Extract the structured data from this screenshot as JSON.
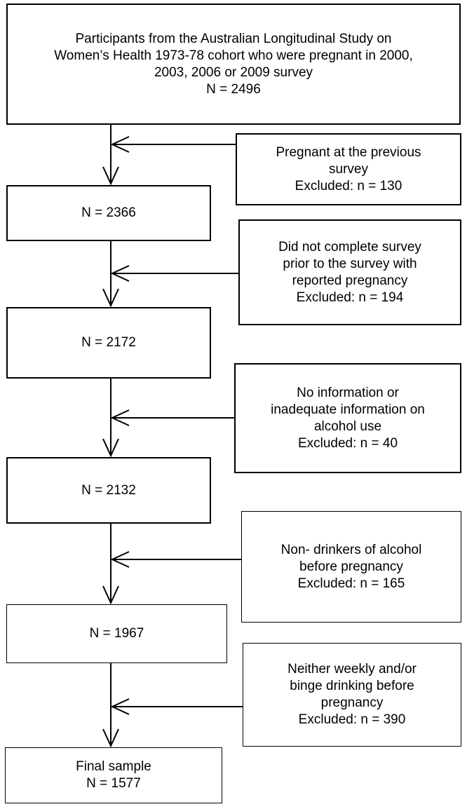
{
  "main_boxes": [
    {
      "lines": [
        "Participants from the Australian Longitudinal Study on",
        "Women’s Health 1973-78 cohort who were pregnant in 2000,",
        "2003, 2006 or 2009 survey",
        "N = 2496"
      ]
    },
    {
      "lines": [
        "N = 2366"
      ]
    },
    {
      "lines": [
        "N = 2172"
      ]
    },
    {
      "lines": [
        "N = 2132"
      ]
    },
    {
      "lines": [
        "N = 1967"
      ]
    },
    {
      "lines": [
        "Final sample",
        "N = 1577"
      ]
    }
  ],
  "exclusion_boxes": [
    {
      "lines": [
        "Pregnant at the previous",
        "survey",
        "Excluded: n = 130"
      ]
    },
    {
      "lines": [
        "Did not complete survey",
        "prior to the survey with",
        "reported pregnancy",
        "Excluded: n = 194"
      ]
    },
    {
      "lines": [
        "No information or",
        "inadequate information on",
        "alcohol use",
        "Excluded: n = 40"
      ]
    },
    {
      "lines": [
        "Non- drinkers of alcohol",
        "before pregnancy",
        "Excluded: n = 165"
      ]
    },
    {
      "lines": [
        "Neither weekly and/or",
        "binge drinking before",
        "pregnancy",
        "Excluded: n = 390"
      ]
    }
  ]
}
